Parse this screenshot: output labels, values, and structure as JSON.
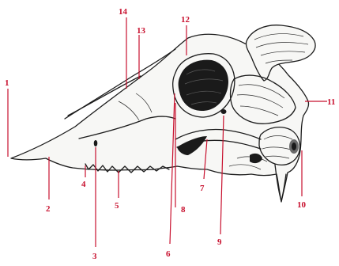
{
  "figure": {
    "labels": [
      {
        "id": "label-1",
        "text": "1"
      },
      {
        "id": "label-2",
        "text": "2"
      },
      {
        "id": "label-3",
        "text": "3"
      },
      {
        "id": "label-4",
        "text": "4"
      },
      {
        "id": "label-5",
        "text": "5"
      },
      {
        "id": "label-6",
        "text": "6"
      },
      {
        "id": "label-7",
        "text": "7"
      },
      {
        "id": "label-8",
        "text": "8"
      },
      {
        "id": "label-9",
        "text": "9"
      },
      {
        "id": "label-10",
        "text": "10"
      },
      {
        "id": "label-11",
        "text": "11"
      },
      {
        "id": "label-12",
        "text": "12"
      },
      {
        "id": "label-13",
        "text": "13"
      },
      {
        "id": "label-14",
        "text": "14"
      }
    ],
    "colors": {
      "callout": "#c8102e",
      "ink": "#1c1c1c",
      "background": "#ffffff"
    }
  }
}
